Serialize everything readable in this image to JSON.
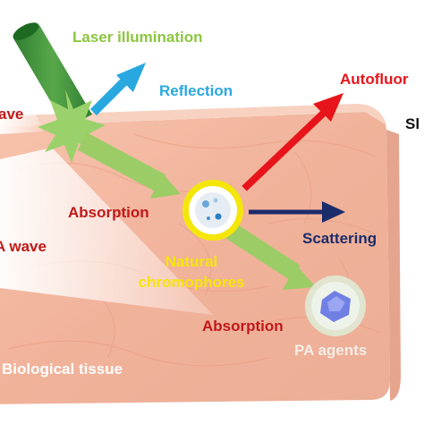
{
  "labels": {
    "laser": "Laser illumination",
    "reflection": "Reflection",
    "autofluorescence": "Autofluor",
    "side_label": "Sl",
    "pa_wave_upper": "ave",
    "pa_wave_lower": "A wave",
    "absorption_1": "Absorption",
    "absorption_2": "Absorption",
    "scattering": "Scattering",
    "natural_line1": "Natural",
    "natural_line2": "chromophores",
    "pa_agents": "PA agents",
    "biological_tissue": "Biological tissue"
  },
  "colors": {
    "laser_green": "#8cc63f",
    "laser_beam": "#3a8f3a",
    "reflection_blue": "#29a8e0",
    "autofluor_red": "#e8141b",
    "absorption_red": "#c01818",
    "scattering_navy": "#1b2c6b",
    "chromophore_yellow": "#f5e60a",
    "tissue": "#f2b39a"
  },
  "icons": [
    "laser-beam-icon",
    "impact-burst-icon",
    "chromophore-icon",
    "pa-agent-icon"
  ]
}
